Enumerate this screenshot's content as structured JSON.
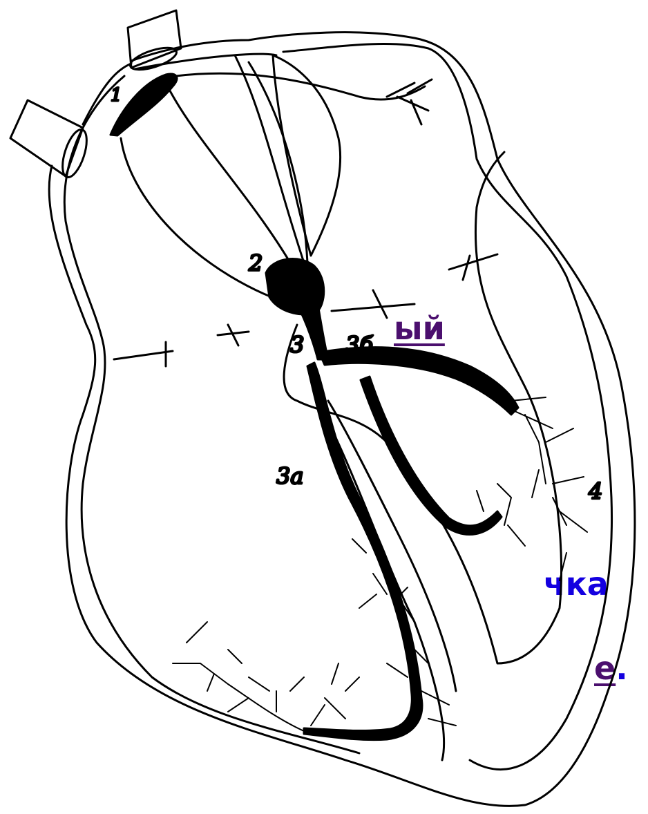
{
  "text_fragments": {
    "line1": "ый",
    "line2": "чка",
    "line3_link": "е",
    "line3_period": "."
  },
  "diagram": {
    "labels": {
      "sa_node": "1",
      "av_node": "2",
      "bundle": "3",
      "right_branch": "3а",
      "left_branch": "3б",
      "purkinje": "4"
    }
  },
  "colors": {
    "link": "#4b0f6e",
    "text_blue": "#1400e0",
    "ink": "#000000"
  }
}
